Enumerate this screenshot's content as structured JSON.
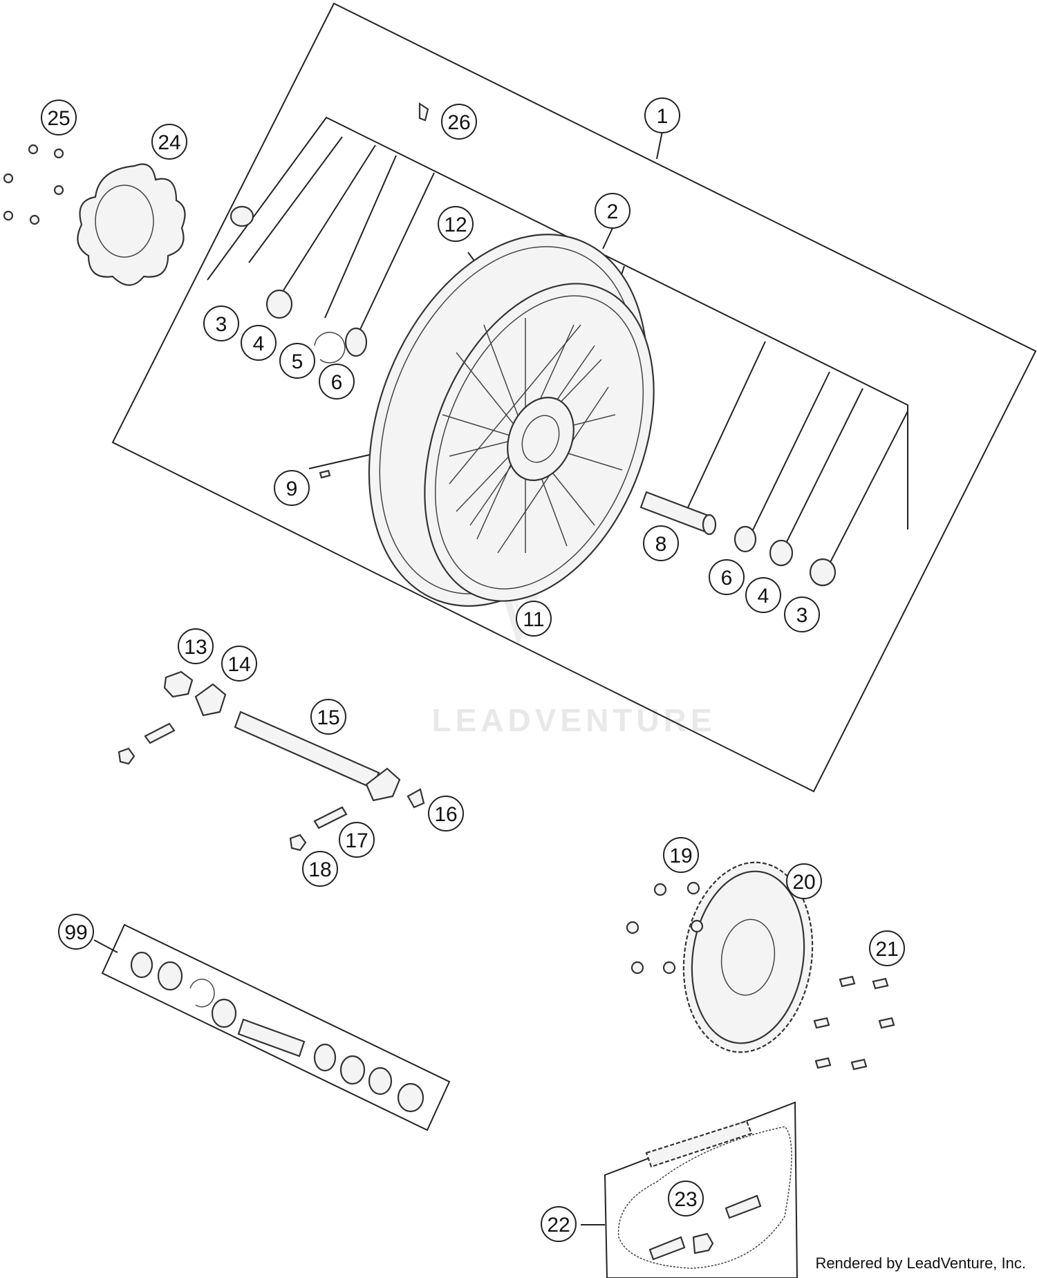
{
  "watermark": "LEADVENTURE",
  "footer": "Rendered by LeadVenture, Inc.",
  "callouts": {
    "c1": "1",
    "c2": "2",
    "c3a": "3",
    "c4a": "4",
    "c5": "5",
    "c6a": "6",
    "c3b": "3",
    "c4b": "4",
    "c6b": "6",
    "c8": "8",
    "c9": "9",
    "c11": "11",
    "c12": "12",
    "c13": "13",
    "c14": "14",
    "c15": "15",
    "c16": "16",
    "c17": "17",
    "c18": "18",
    "c19": "19",
    "c20": "20",
    "c21": "21",
    "c22": "22",
    "c23": "23",
    "c24": "24",
    "c25": "25",
    "c26": "26",
    "c99": "99"
  }
}
